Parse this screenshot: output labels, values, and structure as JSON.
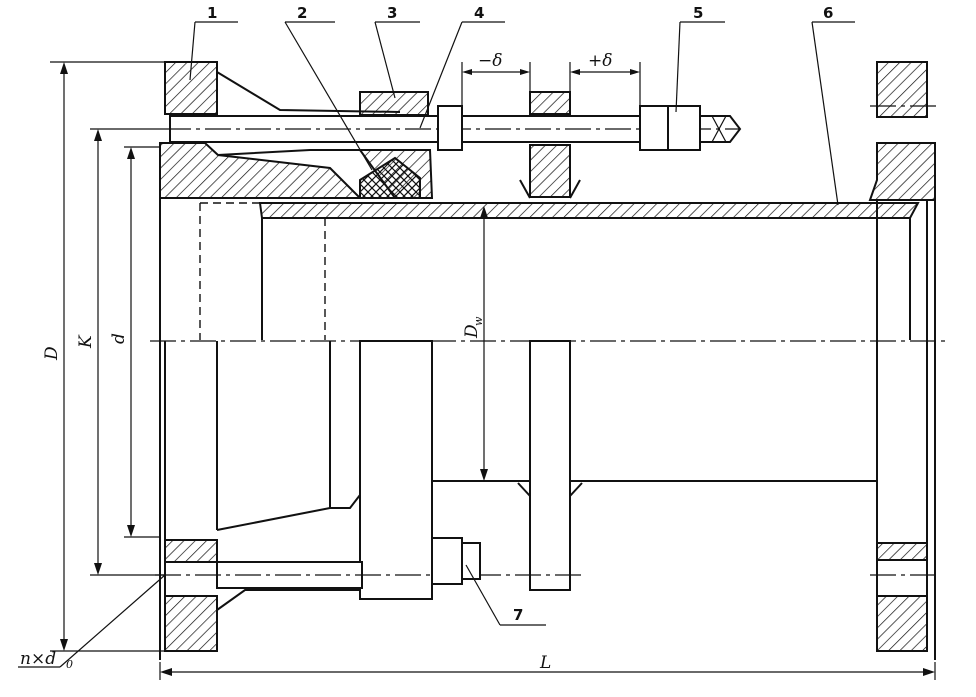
{
  "diagram": {
    "parts": [
      {
        "id": "1",
        "label": "1"
      },
      {
        "id": "2",
        "label": "2"
      },
      {
        "id": "3",
        "label": "3"
      },
      {
        "id": "4",
        "label": "4"
      },
      {
        "id": "5",
        "label": "5"
      },
      {
        "id": "6",
        "label": "6"
      },
      {
        "id": "7",
        "label": "7"
      }
    ],
    "dimensions": {
      "minus_delta": "−δ",
      "plus_delta": "+δ",
      "D": "D",
      "K": "K",
      "d": "d",
      "Dw": "D",
      "Dw_sub": "w",
      "L": "L",
      "holes": "n×d",
      "holes_sub": "0"
    },
    "caption_left": "",
    "caption_right": "",
    "colors": {
      "ink": "#111111",
      "paper": "#ffffff"
    }
  }
}
